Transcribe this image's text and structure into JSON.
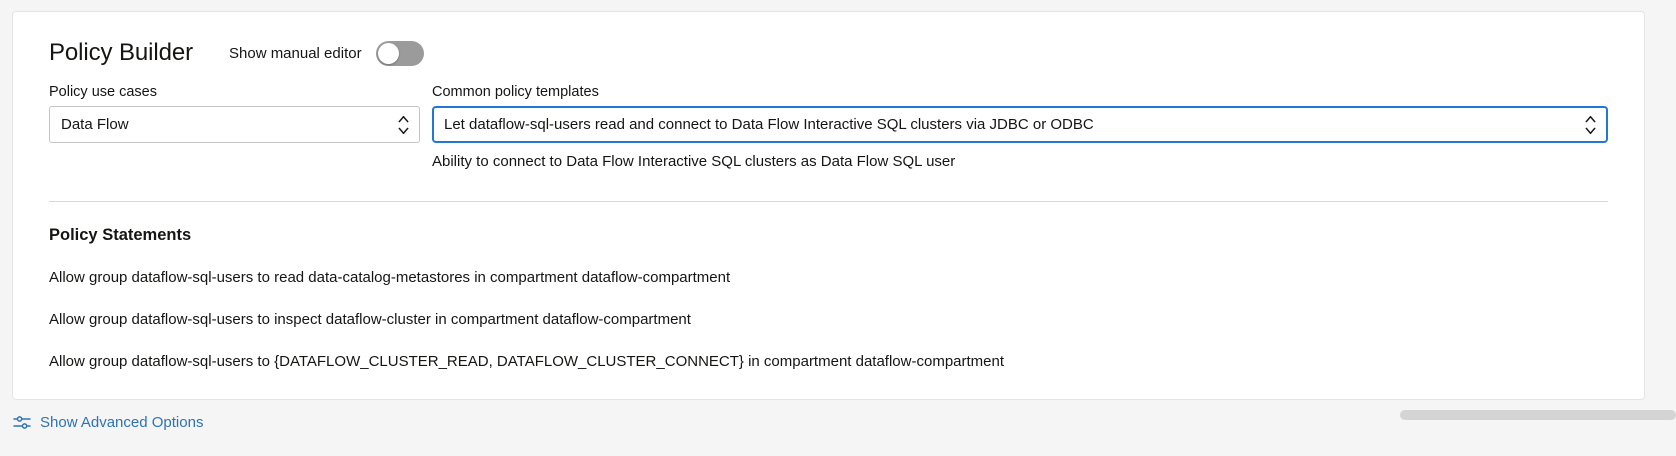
{
  "card": {
    "title": "Policy Builder",
    "manual_editor": {
      "label": "Show manual editor",
      "state": "off"
    },
    "use_case": {
      "label": "Policy use cases",
      "value": "Data Flow",
      "icon": "select-stepper-icon"
    },
    "template": {
      "label": "Common policy templates",
      "value": "Let dataflow-sql-users read and connect to Data Flow Interactive SQL clusters via JDBC or ODBC",
      "help": "Ability to connect to Data Flow Interactive SQL clusters as Data Flow SQL user",
      "icon": "select-stepper-icon",
      "focus_color": "#2377d4"
    },
    "statements": {
      "heading": "Policy Statements",
      "items": [
        "Allow group dataflow-sql-users to read data-catalog-metastores in compartment dataflow-compartment",
        "Allow group dataflow-sql-users to inspect dataflow-cluster in compartment dataflow-compartment",
        "Allow group dataflow-sql-users to {DATAFLOW_CLUSTER_READ, DATAFLOW_CLUSTER_CONNECT} in compartment dataflow-compartment"
      ]
    }
  },
  "advanced": {
    "label": "Show Advanced Options",
    "icon": "sliders-icon",
    "color": "#2e73b8"
  }
}
